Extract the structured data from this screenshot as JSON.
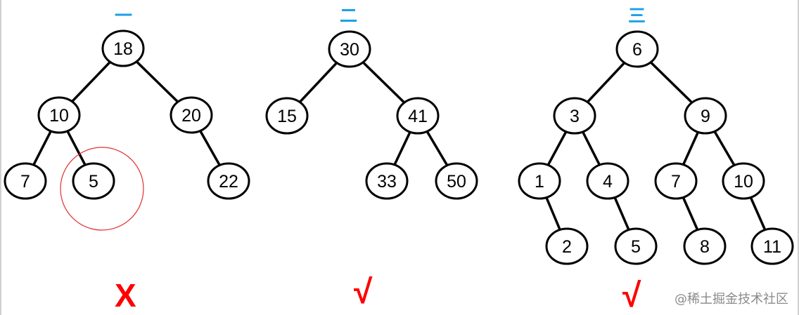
{
  "trees": [
    {
      "title": "一",
      "verdict": "X",
      "nodes": [
        "18",
        "10",
        "20",
        "7",
        "5",
        "22"
      ],
      "edges": [
        [
          0,
          1
        ],
        [
          0,
          2
        ],
        [
          1,
          3
        ],
        [
          1,
          4
        ],
        [
          2,
          5
        ]
      ],
      "highlighted_node": "5"
    },
    {
      "title": "二",
      "verdict": "√",
      "nodes": [
        "30",
        "15",
        "41",
        "33",
        "50"
      ],
      "edges": [
        [
          0,
          1
        ],
        [
          0,
          2
        ],
        [
          2,
          3
        ],
        [
          2,
          4
        ]
      ]
    },
    {
      "title": "三",
      "verdict": "√",
      "nodes": [
        "6",
        "3",
        "9",
        "1",
        "4",
        "7",
        "10",
        "2",
        "5",
        "8",
        "11"
      ],
      "edges": [
        [
          0,
          1
        ],
        [
          0,
          2
        ],
        [
          1,
          3
        ],
        [
          1,
          4
        ],
        [
          2,
          5
        ],
        [
          2,
          6
        ],
        [
          3,
          7
        ],
        [
          4,
          8
        ],
        [
          5,
          9
        ],
        [
          6,
          10
        ]
      ]
    }
  ],
  "watermark": "@稀土掘金技术社区",
  "colors": {
    "title": "#1aa1e6",
    "verdict": "#ff0000",
    "highlight_circle": "#e03030",
    "node_stroke": "#000000"
  }
}
